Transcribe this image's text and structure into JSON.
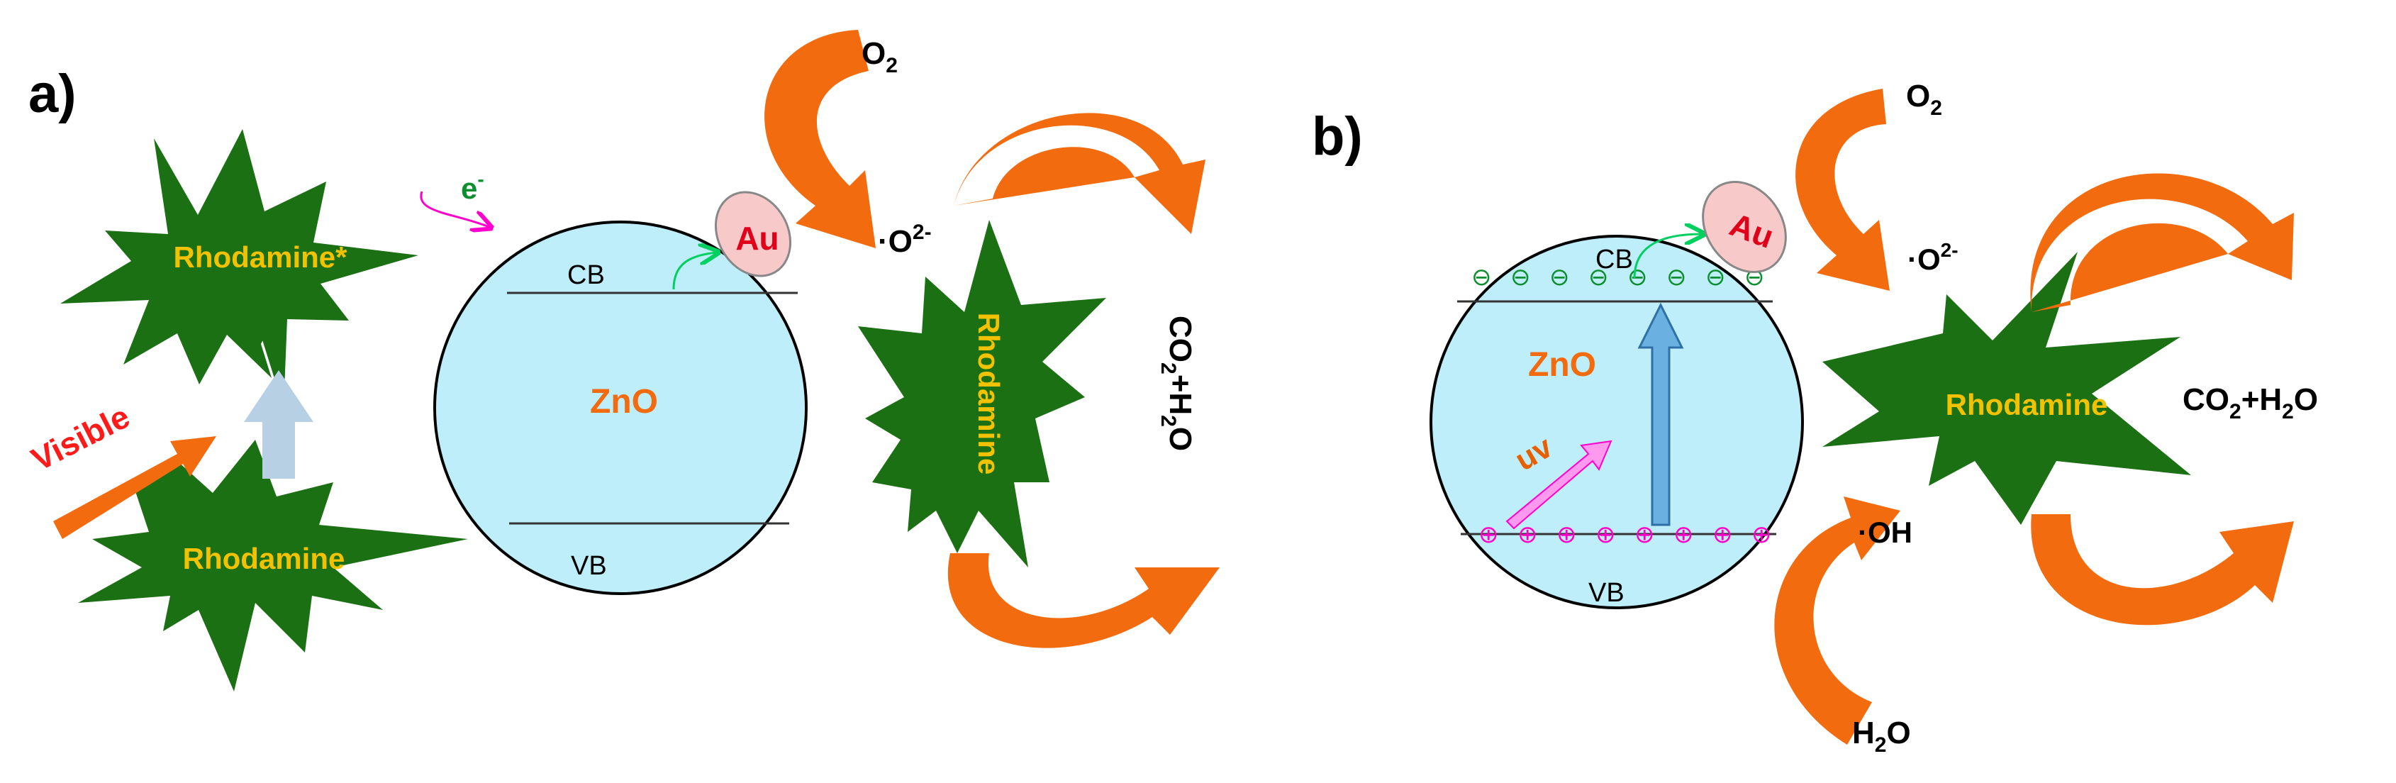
{
  "panel_a": {
    "label": "a)",
    "rhodamine_excited": "Rhodamine*",
    "rhodamine_ground": "Rhodamine",
    "rhodamine_degrading": "Rhodamine",
    "electron": "e",
    "electron_sup": "-",
    "visible": "Visible",
    "cb": "CB",
    "vb": "VB",
    "zno": "ZnO",
    "au": "Au",
    "o2_main": "O",
    "o2_sub": "2",
    "superoxide_main": "·O",
    "superoxide_sup": "2-",
    "product_parts": [
      "CO",
      "2",
      "+H",
      "2",
      "O"
    ]
  },
  "panel_b": {
    "label": "b)",
    "cb": "CB",
    "vb": "VB",
    "zno": "ZnO",
    "au": "Au",
    "uv": "uv",
    "rhodamine": "Rhodamine",
    "o2_main": "O",
    "o2_sub": "2",
    "superoxide_main": "·O",
    "superoxide_sup": "2-",
    "hydroxyl": "·OH",
    "water_main": "H",
    "water_sub": "2",
    "water_end": "O",
    "product_parts": [
      "CO",
      "2",
      "+H",
      "2",
      "O"
    ],
    "electron_symbol": "⊖",
    "hole_symbol": "⊕",
    "electron_count": 8,
    "hole_count": 8
  },
  "colors": {
    "star_fill": "#1b7014",
    "star_text": "#f2c200",
    "sphere_fill": "#bfeefb",
    "au_fill": "#f8c9c9",
    "au_text": "#e0001a",
    "orange_arrow": "#f26b0f",
    "visible_text": "#ff1a1a",
    "zno_text": "#f26b0f",
    "electron_color": "#0e8f2f",
    "hole_color": "#ff00cc",
    "pink_arrow": "#ff00cc",
    "green_arrow": "#00d060",
    "pale_blue_arrow": "#b8d0e4",
    "blue_arrow": "#6ab0e0",
    "uv_text": "#e85f00"
  }
}
